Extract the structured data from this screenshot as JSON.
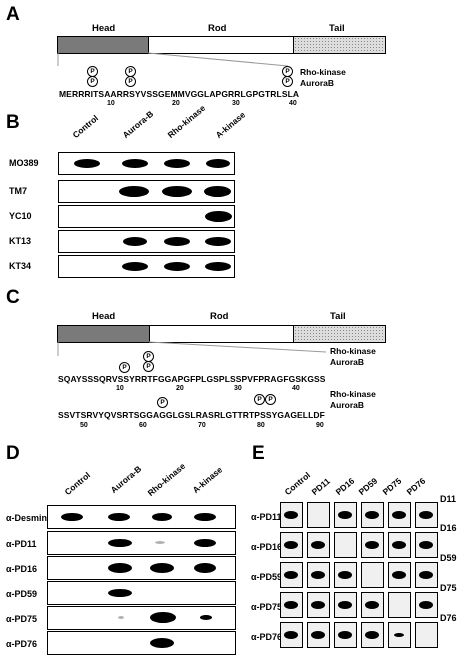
{
  "panels": {
    "A": {
      "letter": "A",
      "domains": [
        "Head",
        "Rod",
        "Tail"
      ],
      "kinases": [
        "Rho-kinase",
        "AuroraB"
      ],
      "sequence": "MERRRITSAARRSYVSSGEMMVGGLAPGRRLGPGTRLSLA",
      "numbers": [
        "10",
        "20",
        "30",
        "40"
      ]
    },
    "B": {
      "letter": "B",
      "columns": [
        "Control",
        "Aurora-B",
        "Rho-kinase",
        "A-kinase"
      ],
      "rows": [
        "MO389",
        "TM7",
        "YC10",
        "KT13",
        "KT34"
      ]
    },
    "C": {
      "letter": "C",
      "domains": [
        "Head",
        "Rod",
        "Tail"
      ],
      "kinases1": [
        "Rho-kinase",
        "AuroraB"
      ],
      "kinases2": [
        "Rho-kinase",
        "AuroraB"
      ],
      "seq1": "SQAYSSSQRVSSYRRTFGGAPGFPLGSPLSSPVFPRAGFGSKGSS",
      "nums1": [
        "10",
        "20",
        "30",
        "40"
      ],
      "seq2": "SSVTSRVYQVSRTSGGAGGLGSLRASRLGTTRTPSSYGAGELLDF",
      "nums2": [
        "50",
        "60",
        "70",
        "80",
        "90"
      ]
    },
    "D": {
      "letter": "D",
      "columns": [
        "Control",
        "Aurora-B",
        "Rho-kinase",
        "A-kinase"
      ],
      "rows": [
        "α-Desmin",
        "α-PD11",
        "α-PD16",
        "α-PD59",
        "α-PD75",
        "α-PD76"
      ]
    },
    "E": {
      "letter": "E",
      "columns": [
        "Control",
        "PD11",
        "PD16",
        "PD59",
        "PD75",
        "PD76"
      ],
      "rows": [
        "α-PD11",
        "α-PD16",
        "α-PD59",
        "α-PD75",
        "α-PD76"
      ],
      "right_labels": [
        "D11",
        "D16",
        "D59",
        "D75",
        "D76"
      ]
    }
  },
  "phospho_marker": "P"
}
